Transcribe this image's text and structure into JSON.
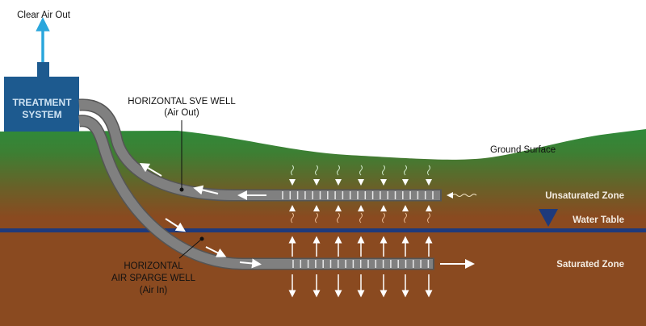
{
  "labels": {
    "clear_air_out": "Clear Air Out",
    "treatment_system": [
      "TREATMENT",
      "SYSTEM"
    ],
    "sve_well": [
      "HORIZONTAL SVE WELL",
      "(Air Out)"
    ],
    "sparge_well": [
      "HORIZONTAL",
      "AIR SPARGE WELL",
      "(Air In)"
    ],
    "ground_surface": "Ground Surface",
    "unsaturated_zone": "Unsaturated Zone",
    "water_table": "Water Table",
    "saturated_zone": "Saturated Zone"
  },
  "colors": {
    "treatment_box": "#1d5a8f",
    "air_arrow": "#2aa6dc",
    "grass": "#2f8a3a",
    "soil": "#8a4a20",
    "water_table": "#1e3a7c",
    "pipe": "#7d7d7d"
  }
}
